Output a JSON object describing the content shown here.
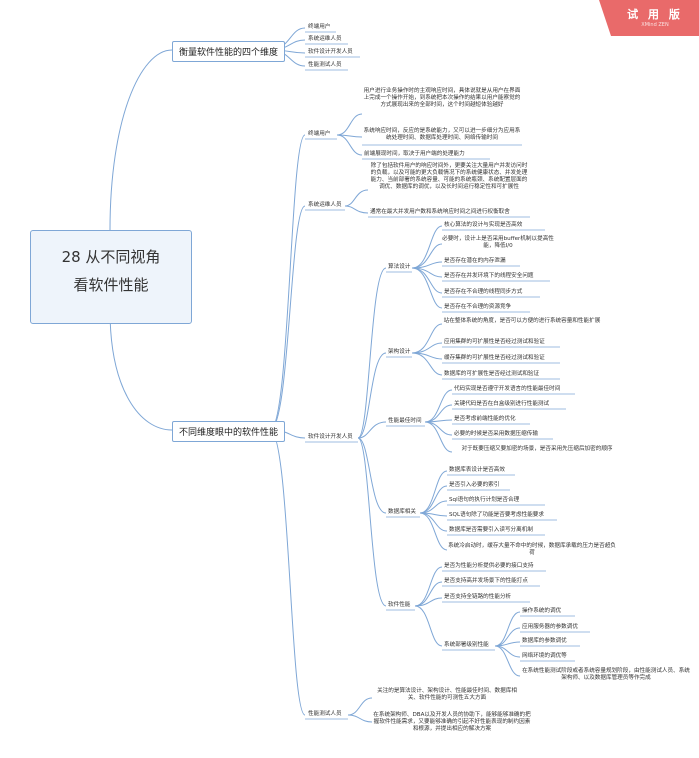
{
  "badge": {
    "label": "试 用 版",
    "sub": "XMind ZEN"
  },
  "root": {
    "line1": "28 从不同视角",
    "line2": "看软件性能"
  },
  "l1": {
    "a": "衡量软件性能的四个维度",
    "b": "不同维度眼中的软件性能"
  },
  "dims": [
    "终端用户",
    "系统运维人员",
    "软件设计开发人员",
    "性能测试人员"
  ],
  "enduser": {
    "label": "终端用户",
    "d1": "用户进行业务操作时的主观响应时间，具体说就是从用户在界面上完成一个操作开始，到系统把本次操作的结果以用户能察觉的方式展现出来的全部时间，这个时间越短体验越好",
    "d2": "系统响应时间，反应的是系统能力，又可以进一步细分为应用系统处理时间、数据库处理时间、网络传输时间",
    "d3": "前端展现时间，取决于用户端的处理能力"
  },
  "ops": {
    "label": "系统运维人员",
    "d1": "除了包括软件用户的响应时间外，更要关注大量用户并发访问时的负载，以及可能的更大负载情况下的系统健康状态、并发处理能力、当前部署的系统容量、可能的系统瓶颈、系统配置层面的调优、数据库的调优，以及长时间运行稳定性和可扩展性",
    "d2": "通常在最大并发用户数和系统响应时间之间进行权衡取舍"
  },
  "dev": {
    "label": "软件设计开发人员",
    "algo": {
      "label": "算法设计",
      "items": [
        "核心算法的设计与实现是否高效",
        "必要时，设计上是否采用buffer机制以提高性能，降低I/0",
        "是否存在潜在的内存泄漏",
        "是否存在并发环境下的线程安全问题",
        "是否存在不合理的线程同步方式",
        "是否存在不合理的资源竞争"
      ]
    },
    "arch": {
      "label": "架构设计",
      "items": [
        "站在整体系统的角度，是否可以方便的进行系统容量和性能扩展",
        "应用集群的可扩展性是否经过测试和验证",
        "缓存集群的可扩展性是否经过测试和验证",
        "数据库的可扩展性是否经过测试和验证"
      ]
    },
    "best": {
      "label": "性能最佳时间",
      "items": [
        "代码实现是否遵守开发语言的性能最佳时间",
        "关键代码是否在白盒级别进行性能测试",
        "是否考虑前端性能的优化",
        "必要的时候是否采用数据压缩传输",
        "对于既要压缩又要加密的场景，是否采用先压缩后加密的顺序"
      ]
    },
    "db": {
      "label": "数据库相关",
      "items": [
        "数据库表设计是否高效",
        "是否引入必要的索引",
        "Sql语句的执行计划是否合理",
        "SQL语句除了功能是否要考虑性能要求",
        "数据库是否需要引入读写分离机制",
        "系统冷启动时，缓存大量不命中的时候，数据库承载的压力是否超负荷"
      ]
    },
    "sw": {
      "label": "软件性能",
      "items": [
        "是否为性能分析提供必要的接口支持",
        "是否支持高并发场景下的性能打点",
        "是否支持全链路的性能分析"
      ],
      "conf": {
        "label": "系统部署级别性能",
        "items": [
          "操作系统的调优",
          "应用服务器的参数调优",
          "数据库的参数调优",
          "网络环境的调优等",
          "在系统性能测试阶段或者系统容量规划阶段，由性能测试人员、系统架构师、以及数据库管理员等作完成"
        ]
      }
    }
  },
  "tester": {
    "label": "性能测试人员",
    "d1": "关注的是算法设计、架构设计、性能最佳时间、数据库相关、软件性能的可测性五大方面",
    "d2": "在系统架构师、DBA以及开发人员的协助下，能够能够准确的把握软件性能需求，又要能够准确的引起不好性能表现的制约因素和根源，并提出相应的解决方案"
  }
}
